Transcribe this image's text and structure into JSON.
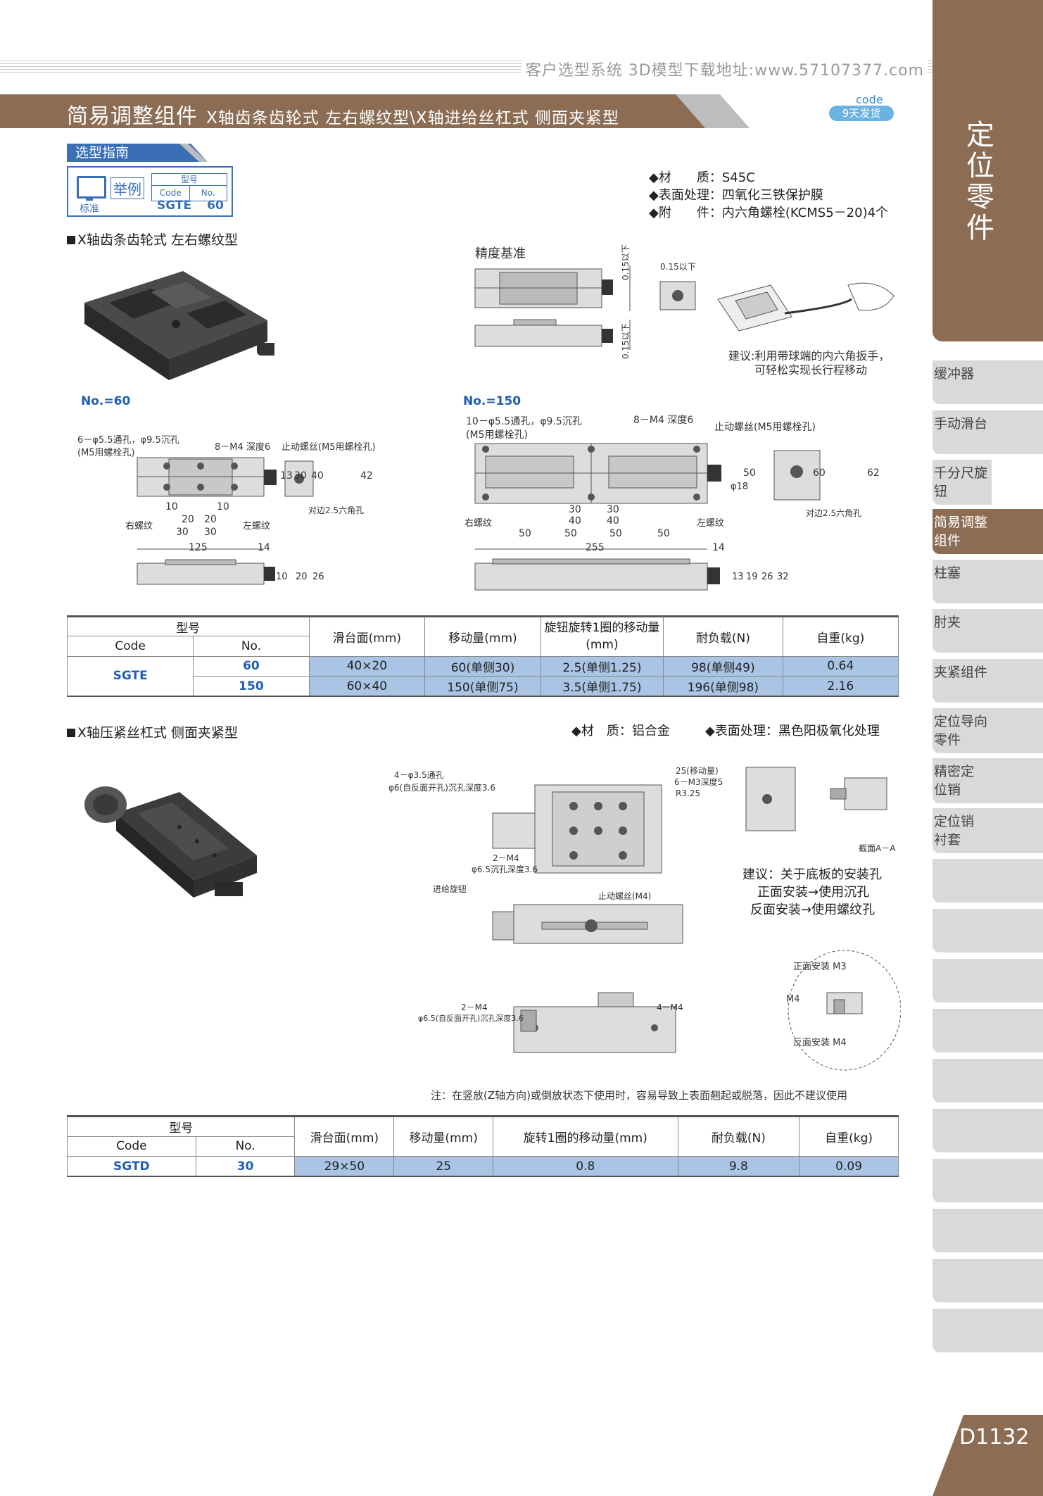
{
  "site": {
    "text": "客户选型系统 3D模型下载地址:www.57107377.com"
  },
  "header": {
    "title": "简易调整组件",
    "subtitle": "X轴齿条齿轮式 左右螺纹型\\X轴进给丝杠式 侧面夹紧型",
    "code_label": "code",
    "days_label": "9天发货"
  },
  "sidebar": {
    "category": "定位零件",
    "items": [
      {
        "label": "缓冲器",
        "active": false
      },
      {
        "label": "手动滑台",
        "active": false
      },
      {
        "label": "千分尺旋钮",
        "active": false
      },
      {
        "label": "简易调整组件",
        "active": true
      },
      {
        "label": "柱塞",
        "active": false
      },
      {
        "label": "肘夹",
        "active": false
      },
      {
        "label": "夹紧组件",
        "active": false
      },
      {
        "label": "定位导向零件",
        "active": false
      },
      {
        "label": "精密定位销",
        "active": false
      },
      {
        "label": "定位销衬套",
        "active": false
      }
    ],
    "page_number": "D1132"
  },
  "guide": {
    "title": "选型指南",
    "example": "举例",
    "standard": "标准",
    "model_label": "型号",
    "code_col": "Code",
    "no_col": "No.",
    "code_val": "SGTE",
    "no_val": "60"
  },
  "section1": {
    "heading": "X轴齿条齿轮式 左右螺纹型",
    "specs": [
      {
        "key": "材　　质",
        "val": "S45C"
      },
      {
        "key": "表面处理",
        "val": "四氧化三铁保护膜"
      },
      {
        "key": "附　　件",
        "val": "内六角螺栓(KCMS5－20)4个"
      }
    ],
    "precision": "精度基准",
    "tol1": "0.15以下",
    "tol2": "0.15以下",
    "tol3": "0.15以下",
    "advice": "建议:利用带球端的内六角扳手，",
    "advice2": "可轻松实现长行程移动",
    "no60": "No.=60",
    "no150": "No.=150",
    "d60_holes": "6－φ5.5通孔，φ9.5沉孔",
    "d60_bolt": "(M5用螺栓孔)",
    "d60_m4": "8－M4 深度6",
    "d60_stop": "止动螺丝(M5用螺栓孔)",
    "d60_hex": "对边2.5六角孔",
    "d60_right": "右螺纹",
    "d60_left": "左螺纹",
    "d150_holes": "10－φ5.5通孔，φ9.5沉孔",
    "d150_bolt": "(M5用螺栓孔)",
    "d150_m4": "8－M4 深度6",
    "d150_stop": "止动螺丝(M5用螺栓孔)",
    "d150_hex": "对边2.5六角孔",
    "d150_right": "右螺纹",
    "d150_left": "左螺纹",
    "dims60": [
      "10",
      "20",
      "20",
      "10",
      "30",
      "30",
      "125",
      "14",
      "13",
      "30",
      "40",
      "42",
      "10",
      "20",
      "26"
    ],
    "dims150": [
      "30",
      "30",
      "40",
      "40",
      "50",
      "50",
      "50",
      "50",
      "255",
      "14",
      "φ18",
      "50",
      "60",
      "62",
      "13",
      "19",
      "26",
      "32"
    ],
    "table": {
      "h_model": "型号",
      "h_code": "Code",
      "h_no": "No.",
      "h_slide": "滑台面(mm)",
      "h_move": "移动量(mm)",
      "h_turn": "旋钮旋转1圈的移动量(mm)",
      "h_load": "耐负载(N)",
      "h_weight": "自重(kg)",
      "code": "SGTE",
      "rows": [
        {
          "no": "60",
          "slide": "40×20",
          "move": "60(单侧30)",
          "turn": "2.5(单侧1.25)",
          "load": "98(单侧49)",
          "weight": "0.64"
        },
        {
          "no": "150",
          "slide": "60×40",
          "move": "150(单侧75)",
          "turn": "3.5(单侧1.75)",
          "load": "196(单侧98)",
          "weight": "2.16"
        }
      ]
    }
  },
  "section2": {
    "heading": "X轴压紧丝杠式 侧面夹紧型",
    "spec1": "材　质：铝合金",
    "spec2": "表面处理：黑色阳极氧化处理",
    "l_4holes": "4－φ3.5通孔",
    "l_counter": "φ6(自反面开孔)沉孔深度3.6",
    "l_2m4": "2－M4",
    "l_counter2": "φ6.5沉孔深度3.6",
    "l_move": "25(移动量)",
    "l_6m3": "6－M3深度5",
    "l_r": "R3.25",
    "l_feed": "进给旋钮",
    "l_stop": "止动螺丝(M4)",
    "l_2m4b": "2－M4",
    "l_counter3": "φ6.5(自反面开孔)沉孔深度3.6",
    "l_4m4": "4－M4",
    "l_section": "截面A－A",
    "advice1": "建议：关于底板的安装孔",
    "advice2": "正面安装→使用沉孔",
    "advice3": "反面安装→使用螺纹孔",
    "circle_front": "正面安装 M3",
    "circle_back": "反面安装 M4",
    "circle_m4": "M4",
    "note": "注：在竖放(Z轴方向)或倒放状态下使用时，容易导致上表面翘起或脱落，因此不建议使用",
    "table": {
      "h_model": "型号",
      "h_code": "Code",
      "h_no": "No.",
      "h_slide": "滑台面(mm)",
      "h_move": "移动量(mm)",
      "h_turn": "旋转1圈的移动量(mm)",
      "h_load": "耐负载(N)",
      "h_weight": "自重(kg)",
      "code": "SGTD",
      "rows": [
        {
          "no": "30",
          "slide": "29×50",
          "move": "25",
          "turn": "0.8",
          "load": "9.8",
          "weight": "0.09"
        }
      ]
    }
  }
}
